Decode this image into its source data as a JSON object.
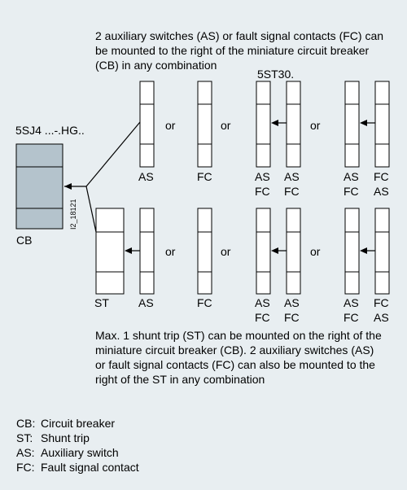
{
  "top_note": [
    "2 auxiliary switches (AS) or fault signal contacts (FC) can",
    "be mounted to the right of the miniature circuit breaker",
    "(CB) in any combination"
  ],
  "series_label": "5ST30.",
  "device_label": "5SJ4 ...-.HG..",
  "cb_label": "CB",
  "figure_code": "I2_18121",
  "or_label": "or",
  "row1_labels": {
    "as": "AS",
    "fc": "FC",
    "c3a": "AS",
    "c3b": "FC",
    "c4a": "AS",
    "c4b": "FC",
    "c5a": "AS",
    "c5b": "FC",
    "c6a": "FC",
    "c6b": "AS"
  },
  "row2_labels": {
    "st": "ST",
    "as": "AS",
    "fc": "FC",
    "c3a": "AS",
    "c3b": "FC",
    "c4a": "AS",
    "c4b": "FC",
    "c5a": "AS",
    "c5b": "FC",
    "c6a": "FC",
    "c6b": "AS"
  },
  "bottom_note": [
    "Max. 1 shunt trip (ST) can be mounted on the right of the",
    "miniature circuit breaker (CB). 2 auxiliary switches (AS)",
    "or fault signal contacts (FC) can also be mounted to the",
    "right of the ST in any combination"
  ],
  "legend": [
    {
      "abbr": "CB:",
      "text": "Circuit breaker"
    },
    {
      "abbr": "ST:",
      "text": "Shunt trip"
    },
    {
      "abbr": "AS:",
      "text": "Auxiliary switch"
    },
    {
      "abbr": "FC:",
      "text": "Fault signal contact"
    }
  ],
  "colors": {
    "background": "#e8eef1",
    "cb_fill": "#b4c3cc",
    "box_fill": "#ffffff",
    "stroke": "#000000"
  }
}
